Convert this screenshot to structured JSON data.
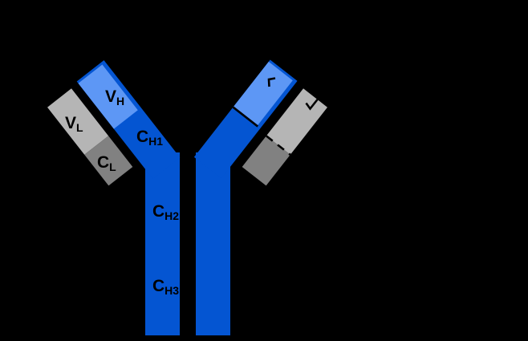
{
  "diagram": {
    "name": "antibody-structure-diagram",
    "background": "#000000",
    "colors": {
      "heavy_chain": "#0455d2",
      "heavy_variable": "#5d97f5",
      "light_variable": "#b5b5b5",
      "light_constant": "#818181",
      "annotation": "#000000"
    },
    "labels": {
      "vh": {
        "main": "V",
        "sub": "H"
      },
      "ch1": {
        "main": "C",
        "sub": "H1"
      },
      "vl": {
        "main": "V",
        "sub": "L"
      },
      "cl": {
        "main": "C",
        "sub": "L"
      },
      "ch2": {
        "main": "C",
        "sub": "H2"
      },
      "ch3": {
        "main": "C",
        "sub": "H3"
      }
    }
  }
}
